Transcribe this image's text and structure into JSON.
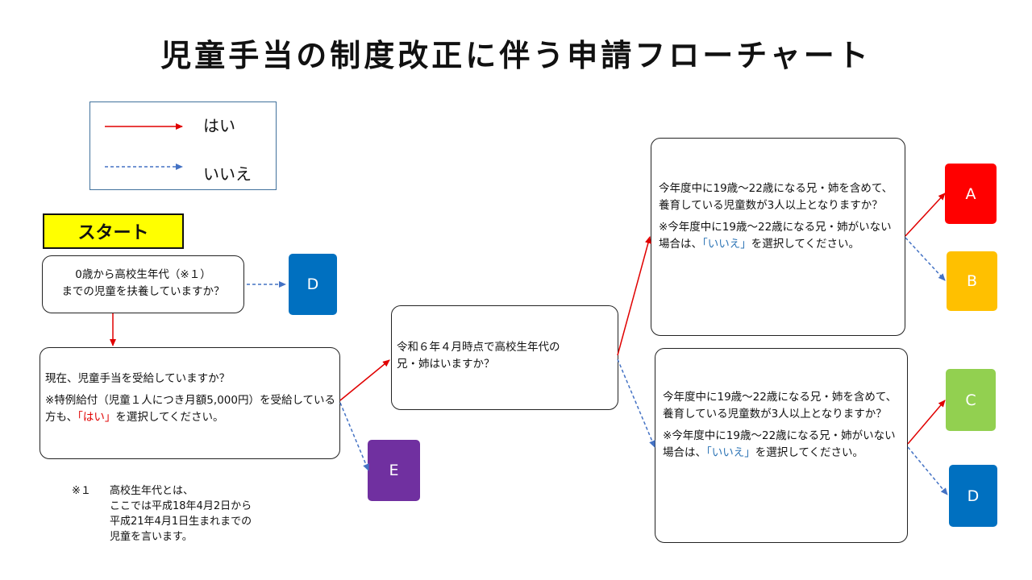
{
  "title": "児童手当の制度改正に伴う申請フローチャート",
  "legend": {
    "yes_label": "はい",
    "no_label": "いいえ"
  },
  "start_label": "スタート",
  "q1": {
    "line1": "0歳から高校生年代（※１）",
    "line2": "までの児童を扶養していますか？"
  },
  "q2": {
    "text": "現在、児童手当を受給していますか？",
    "note_before": "※特例給付（児童１人につき月額5,000円）を受給している方も、",
    "note_highlight": "「はい」",
    "note_after": "を選択してください。"
  },
  "q3": {
    "line1": "令和６年４月時点で高校生年代の",
    "line2": "兄・姉はいますか？"
  },
  "q4": {
    "text": "今年度中に19歳～22歳になる兄・姉を含めて、養育している児童数が3人以上となりますか？",
    "note_before": "※今年度中に19歳～22歳になる兄・姉がいない場合は、",
    "note_highlight": "「いいえ」",
    "note_after": "を選択してください。"
  },
  "q5": {
    "text": "今年度中に19歳～22歳になる兄・姉を含めて、養育している児童数が3人以上となりますか？",
    "note_before": "※今年度中に19歳～22歳になる兄・姉がいない場合は、",
    "note_highlight": "「いいえ」",
    "note_after": "を選択してください。"
  },
  "results": {
    "a": "A",
    "b": "B",
    "c": "C",
    "d": "D",
    "e": "E"
  },
  "footnote": {
    "mark": "※１",
    "line1": "高校生年代とは、",
    "line2": "ここでは平成18年4月2日から",
    "line3": "平成21年4月1日生まれまでの",
    "line4": "児童を言います。"
  },
  "colors": {
    "yes": "#e00000",
    "no": "#4472c4",
    "a": "#ff0000",
    "b": "#ffc000",
    "c": "#92d050",
    "d": "#0070c0",
    "e": "#7030a0",
    "start": "#ffff00"
  }
}
